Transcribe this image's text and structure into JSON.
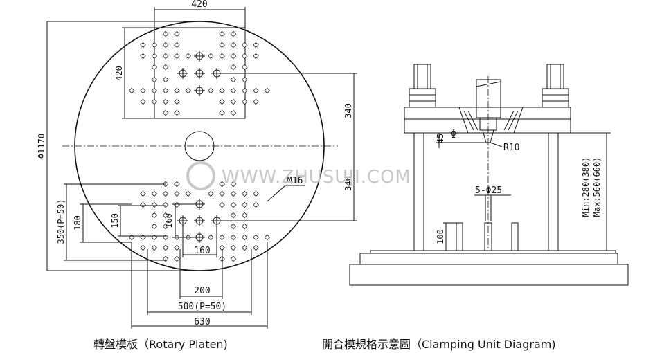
{
  "watermark": "WWW.ZHUSUJI.COM",
  "captions": {
    "left": "轉盤模板（Rotary  Platen)",
    "right": "開合模規格示意圖（Clamping  Unit Diagram)"
  },
  "platen_dims": {
    "top_width": "420",
    "top_height": "420",
    "diameter": "Φ1170",
    "upper_offset": "340",
    "lower_offset": "340",
    "thread": "M16",
    "pitch_350": "350(P=50)",
    "d180": "180",
    "d150": "150",
    "d160v": "160",
    "d160h": "160",
    "d200": "200",
    "d500": "500(P=50)",
    "d630": "630"
  },
  "clamp_dims": {
    "d45": "45",
    "r10": "R10",
    "holes": "5-Φ25",
    "d100": "100",
    "min_stroke": "Min:280(380)",
    "max_stroke": "Max:560(660)"
  },
  "colors": {
    "line": "#111111",
    "watermark": "#c8c8c8",
    "background": "#ffffff"
  }
}
